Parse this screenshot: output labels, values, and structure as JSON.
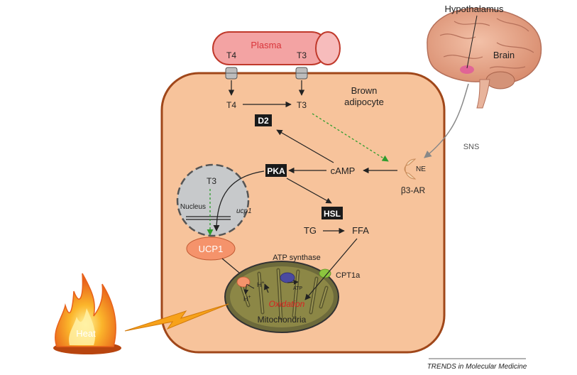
{
  "plasma": {
    "label": "Plasma",
    "t4": "T4",
    "t3": "T3"
  },
  "cell": {
    "label_line1": "Brown",
    "label_line2": "adipocyte",
    "t4": "T4",
    "t3": "T3"
  },
  "enzymes": {
    "d2": "D2",
    "pka": "PKA",
    "hsl": "HSL"
  },
  "signals": {
    "camp": "cAMP",
    "tg": "TG",
    "ffa": "FFA"
  },
  "nucleus": {
    "label": "Nucleus",
    "t3": "T3",
    "gene": "ucp1"
  },
  "ucp1": {
    "label": "UCP1"
  },
  "mito": {
    "label": "Mitochondria",
    "process": "Oxidation",
    "atp_synthase": "ATP synthase",
    "atp": "ATP",
    "cpt1a": "CPT1a",
    "proton_in": "H",
    "proton_out": "H",
    "proton_charge": "+"
  },
  "receptor": {
    "ne": "NE",
    "name": "β3-AR"
  },
  "brain": {
    "hypothalamus": "Hypothalamus",
    "label": "Brain",
    "nerve": "SNS"
  },
  "heat": {
    "label": "Heat"
  },
  "footer": {
    "source": "TRENDS in Molecular Medicine"
  },
  "colors": {
    "cell_fill": "#f7c39b",
    "cell_border": "#a0471a",
    "plasma_fill": "#f3a3a3",
    "plasma_text": "#d9343a",
    "enzyme_box": "#1a1a1a",
    "nucleus_fill": "#c7c9cb",
    "ucp1_fill": "#f5936b",
    "mito_outer": "#6d6a3b",
    "mito_inner": "#8c8746",
    "green_arrow": "#2e9c2e",
    "oxidation": "#d92020",
    "atp_synthase": "#4b4aa0",
    "cpt1a": "#8cc63f",
    "heat_orange": "#f7a21a"
  }
}
